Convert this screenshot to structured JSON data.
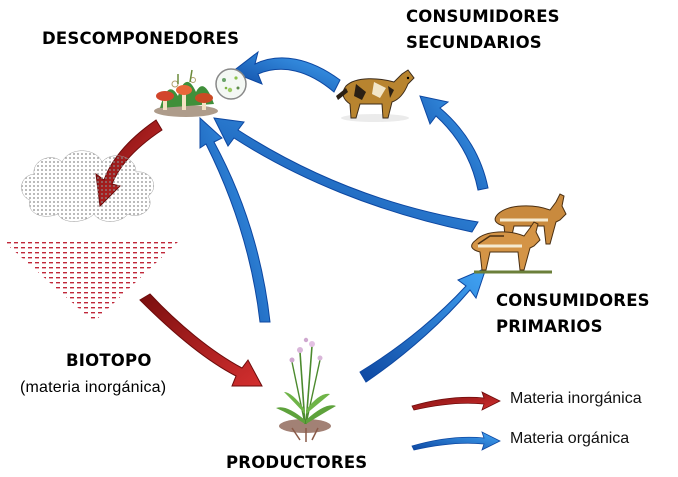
{
  "labels": {
    "descomponedores": "DESCOMPONEDORES",
    "consumidores_secundarios_line1": "CONSUMIDORES",
    "consumidores_secundarios_line2": "SECUNDARIOS",
    "consumidores_primarios_line1": "CONSUMIDORES",
    "consumidores_primarios_line2": "PRIMARIOS",
    "biotopo": "BIOTOPO",
    "biotopo_sub": "(materia inorgánica)",
    "productores": "PRODUCTORES"
  },
  "legend": [
    {
      "label": "Materia inorgánica",
      "color": "#b71c1c"
    },
    {
      "label": "Materia orgánica",
      "color": "#1565c0"
    }
  ],
  "icons": [
    "mushroom-cluster-icon",
    "microbe-dish-icon",
    "cloud-icon",
    "soil-triangle-icon",
    "wild-dog-icon",
    "antelope-icon",
    "plant-icon"
  ]
}
